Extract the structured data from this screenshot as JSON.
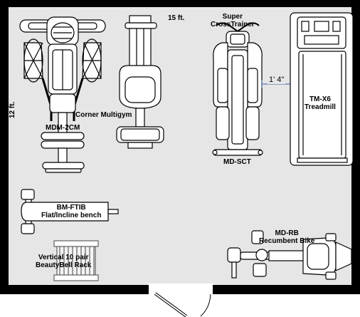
{
  "plan": {
    "dimensions": {
      "width": "15 ft.",
      "depth": "12 ft.",
      "gap": "1' 4\""
    },
    "equipment": [
      {
        "id": "multigym",
        "lines": [
          "Corner Multigym"
        ]
      },
      {
        "id": "mdm",
        "lines": [
          "MDM-2CM"
        ]
      },
      {
        "id": "crosstrainer",
        "lines": [
          "Super",
          "CrossTrainer"
        ]
      },
      {
        "id": "mdsct",
        "lines": [
          "MD-SCT"
        ]
      },
      {
        "id": "treadmill",
        "lines": [
          "TM-X6",
          "Treadmill"
        ]
      },
      {
        "id": "bench",
        "lines": [
          "BM-FTIB",
          "Flat/Incline bench"
        ]
      },
      {
        "id": "rack",
        "lines": [
          "Vertical 10 pair",
          "BeautyBell Rack"
        ]
      },
      {
        "id": "bike",
        "lines": [
          "MD-RB",
          "Recumbent Bike"
        ]
      }
    ],
    "colors": {
      "wall": "#000000",
      "floor": "#e6e6e6",
      "equipment_fill": "#ffffff",
      "equipment_stroke": "#000000",
      "dimension_line": "#5577aa"
    }
  }
}
